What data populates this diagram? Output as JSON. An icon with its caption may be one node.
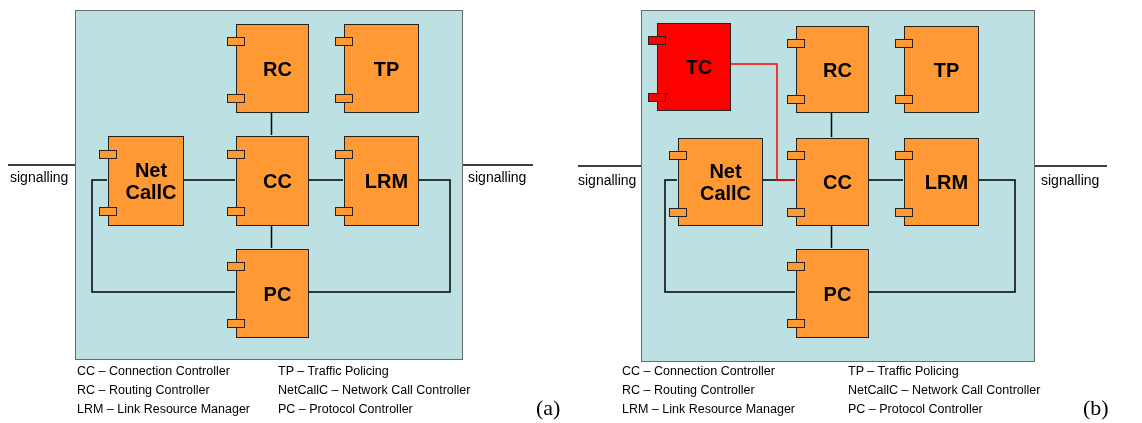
{
  "diagram": {
    "nodes": [
      {
        "text": [],
        "shape": "box"
      },
      {
        "text": [
          "RC"
        ],
        "in": 0
      },
      {
        "text": [
          "TP"
        ],
        "in": 0
      },
      {
        "text": [
          "Net CallC"
        ],
        "in": 0
      },
      {
        "text": [
          "CC"
        ],
        "in": 0
      },
      {
        "text": [
          "LRM"
        ],
        "in": 0
      },
      {
        "text": [
          "PC"
        ],
        "in": 0
      },
      {
        "text": [],
        "shape": "box"
      },
      {
        "text": [
          "TC"
        ],
        "in": 7
      },
      {
        "text": [
          "RC"
        ],
        "in": 7
      },
      {
        "text": [
          "TP"
        ],
        "in": 7
      },
      {
        "text": [
          "Net CallC"
        ],
        "in": 7
      },
      {
        "text": [
          "CC"
        ],
        "in": 7
      },
      {
        "text": [
          "LRM"
        ],
        "in": 7
      },
      {
        "text": [
          "PC"
        ],
        "in": 7
      }
    ],
    "edges": [
      {
        "from": 1,
        "to": 4,
        "arrow": "none"
      },
      {
        "from": 3,
        "to": 4,
        "arrow": "none"
      },
      {
        "from": 4,
        "to": 5,
        "arrow": "none"
      },
      {
        "from": 4,
        "to": 6,
        "arrow": "none"
      },
      {
        "from": 3,
        "to": 6,
        "arrow": "none"
      },
      {
        "from": 5,
        "to": 6,
        "arrow": "none"
      },
      {
        "from": null,
        "to": 0,
        "arrow": "none",
        "label": "signalling"
      },
      {
        "from": 0,
        "to": null,
        "arrow": "none",
        "label": "signalling"
      },
      {
        "from": 9,
        "to": 12,
        "arrow": "none"
      },
      {
        "from": 11,
        "to": 12,
        "arrow": "none"
      },
      {
        "from": 12,
        "to": 13,
        "arrow": "none"
      },
      {
        "from": 12,
        "to": 14,
        "arrow": "none"
      },
      {
        "from": 11,
        "to": 14,
        "arrow": "none"
      },
      {
        "from": 13,
        "to": 14,
        "arrow": "none"
      },
      {
        "from": 8,
        "to": 12,
        "arrow": "none",
        "color": "#ff0000"
      },
      {
        "from": null,
        "to": 7,
        "arrow": "none",
        "label": "signalling"
      },
      {
        "from": 7,
        "to": null,
        "arrow": "none",
        "label": "signalling"
      }
    ],
    "labels": [
      "CC – Connection Controller",
      "TP – Traffic Policing",
      "RC – Routing Controller",
      "NetCallC – Network Call Controller",
      "LRM – Link Resource Manager",
      "PC – Protocol Controller",
      "(a)",
      "CC – Connection Controller",
      "TP – Traffic Policing",
      "RC – Routing Controller",
      "NetCallC – Network Call Controller",
      "LRM – Link Resource Manager",
      "PC – Protocol Controller",
      "(b)"
    ]
  }
}
